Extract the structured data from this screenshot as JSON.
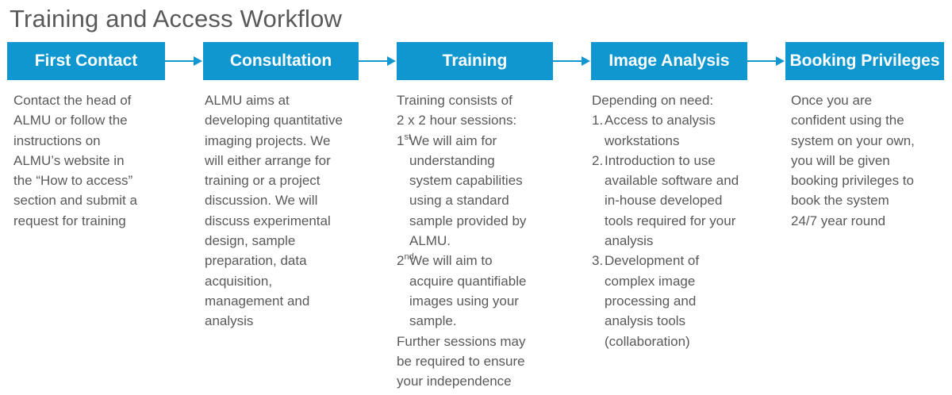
{
  "title": "Training and Access Workflow",
  "colors": {
    "box_fill": "#1197cf",
    "box_text": "#ffffff",
    "arrow": "#1197cf",
    "body_text": "#595959"
  },
  "steps": [
    {
      "label": "First Contact",
      "lines": [
        "Contact the head of",
        "ALMU or follow the",
        "instructions on",
        "ALMU’s website in",
        "the “How to access”",
        "section and submit a",
        "request for training"
      ]
    },
    {
      "label": "Consultation",
      "lines": [
        "ALMU aims at",
        "developing quantitative",
        "imaging projects. We",
        "will either arrange for",
        "training or a project",
        "discussion. We will",
        "discuss experimental",
        "design, sample",
        "preparation, data",
        "acquisition,",
        "management and",
        "analysis"
      ]
    },
    {
      "label": "Training",
      "intro": [
        "Training consists of",
        "2 x 2 hour sessions:"
      ],
      "sessions": [
        {
          "ord_num": "1",
          "ord_suffix": "st",
          "lines": [
            "We will aim for",
            "understanding",
            "system capabilities",
            "using a standard",
            "sample provided by",
            "ALMU."
          ]
        },
        {
          "ord_num": "2",
          "ord_suffix": "nd",
          "lines": [
            "We will aim to",
            "acquire quantifiable",
            "images using your",
            "sample."
          ]
        }
      ],
      "outro": [
        "Further sessions may",
        "be required to ensure",
        "your independence"
      ]
    },
    {
      "label": "Image Analysis",
      "intro": "Depending on need:",
      "items": [
        {
          "num": "1.",
          "lines": [
            "Access to analysis",
            "workstations"
          ]
        },
        {
          "num": "2.",
          "lines": [
            "Introduction to use",
            "available software and",
            "in-house developed",
            "tools required for your",
            "analysis"
          ]
        },
        {
          "num": "3.",
          "lines": [
            "Development of",
            "complex image",
            "processing and",
            "analysis tools",
            "(collaboration)"
          ]
        }
      ]
    },
    {
      "label": "Booking Privileges",
      "lines": [
        "Once you are",
        "confident using the",
        "system on your own,",
        "you will be given",
        "booking privileges to",
        "book the system",
        "24/7 year round"
      ]
    }
  ]
}
